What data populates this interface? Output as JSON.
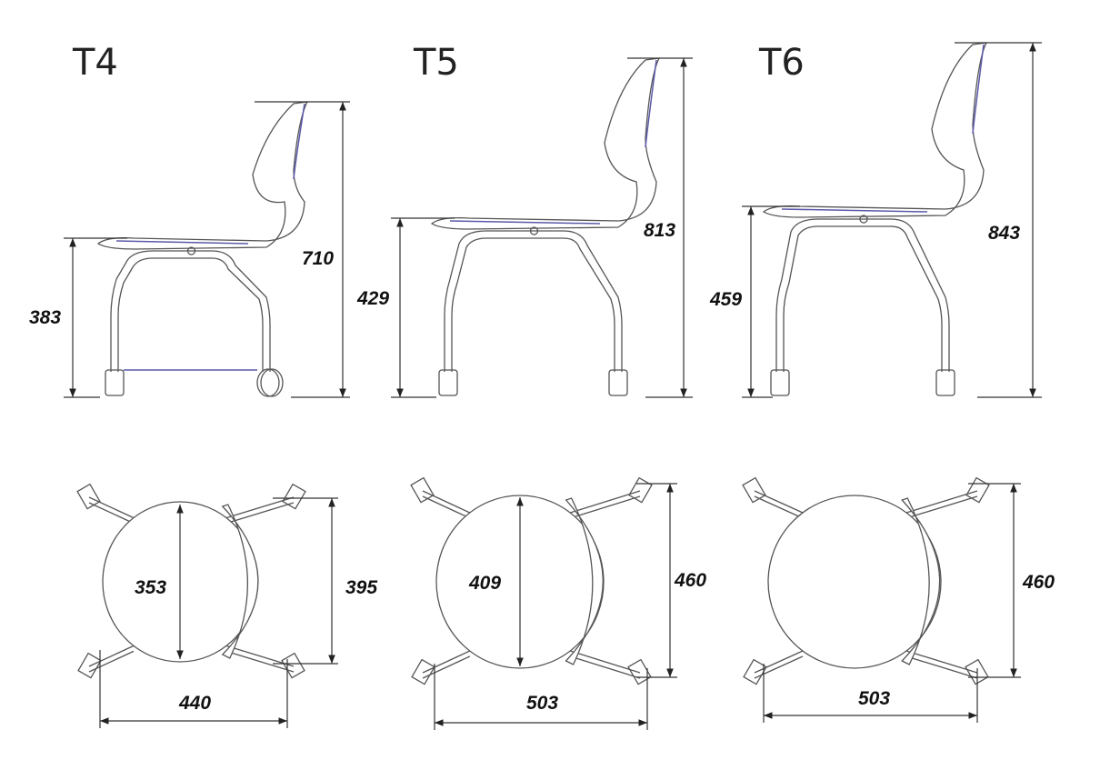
{
  "models": [
    {
      "name": "T4",
      "seat_height": "383",
      "total_height": "710",
      "seat_depth": "353",
      "depth": "395",
      "width": "440"
    },
    {
      "name": "T5",
      "seat_height": "429",
      "total_height": "813",
      "seat_depth": "409",
      "depth": "460",
      "width": "503"
    },
    {
      "name": "T6",
      "seat_height": "459",
      "total_height": "843",
      "seat_depth": "",
      "depth": "460",
      "width": "503"
    }
  ],
  "colors": {
    "line": "#555555",
    "accent": "#5a5aa8"
  }
}
